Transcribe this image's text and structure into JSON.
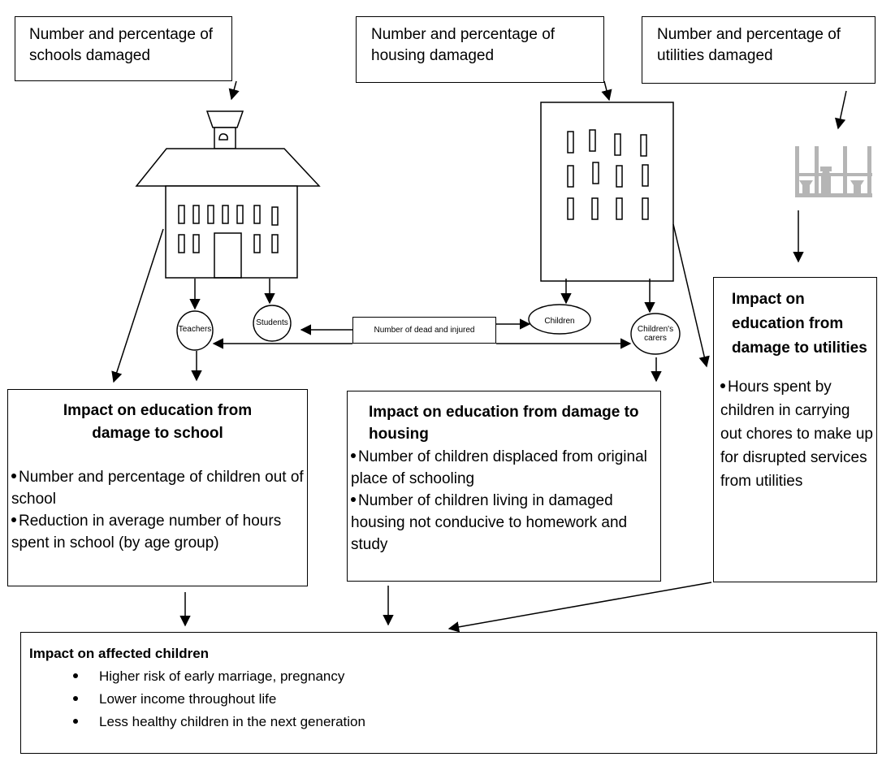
{
  "top_boxes": {
    "schools": "Number and percentage of schools damaged",
    "housing": "Number and percentage of housing damaged",
    "utilities": "Number and percentage of utilities damaged"
  },
  "nodes": {
    "teachers": "Teachers",
    "students": "Students",
    "dead_injured": "Number of dead and injured",
    "children": "Children",
    "carers": "Children's carers"
  },
  "school_impact": {
    "title": "Impact on education from damage to school",
    "bullets": [
      "Number and percentage of children out of school",
      "Reduction in average number of hours spent in school (by age group)"
    ]
  },
  "housing_impact": {
    "title": "Impact on education from damage to housing",
    "bullets": [
      "Number of children displaced from original place of schooling",
      "Number of children living in damaged housing not conducive to homework and study"
    ]
  },
  "utilities_impact": {
    "title": "Impact on education from damage to utilities",
    "bullets": [
      "Hours spent by children in carrying out chores to make up for disrupted services from utilities"
    ]
  },
  "children_impact": {
    "title": "Impact on affected children",
    "bullets": [
      "Higher risk of early marriage, pregnancy",
      "Lower income throughout life",
      "Less healthy children in the next generation"
    ]
  }
}
